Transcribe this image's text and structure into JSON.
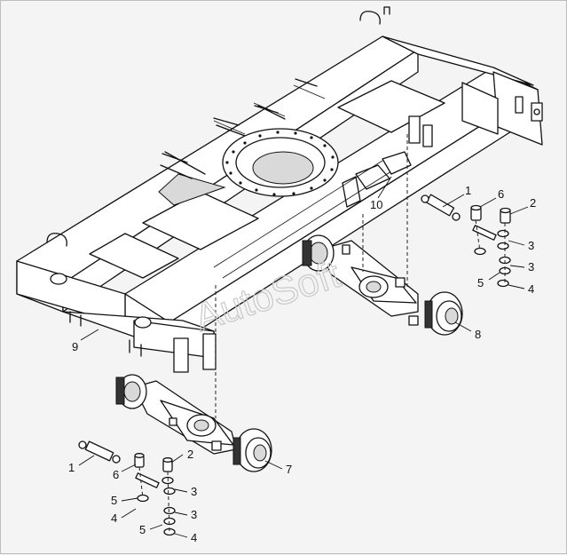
{
  "watermark": "AutoSoft",
  "callouts": {
    "c1_top": "1",
    "c6_top": "6",
    "c2_top": "2",
    "c3_top_a": "3",
    "c3_top_b": "3",
    "c5_top": "5",
    "c4_top": "4",
    "c8": "8",
    "c9": "9",
    "c10": "10",
    "c7": "7",
    "c1_bot": "1",
    "c6_bot": "6",
    "c2_bot": "2",
    "c3_bot_a": "3",
    "c5_bot_a": "5",
    "c4_bot_a": "4",
    "c3_bot_b": "3",
    "c5_bot_b": "5",
    "c4_bot_b": "4"
  }
}
